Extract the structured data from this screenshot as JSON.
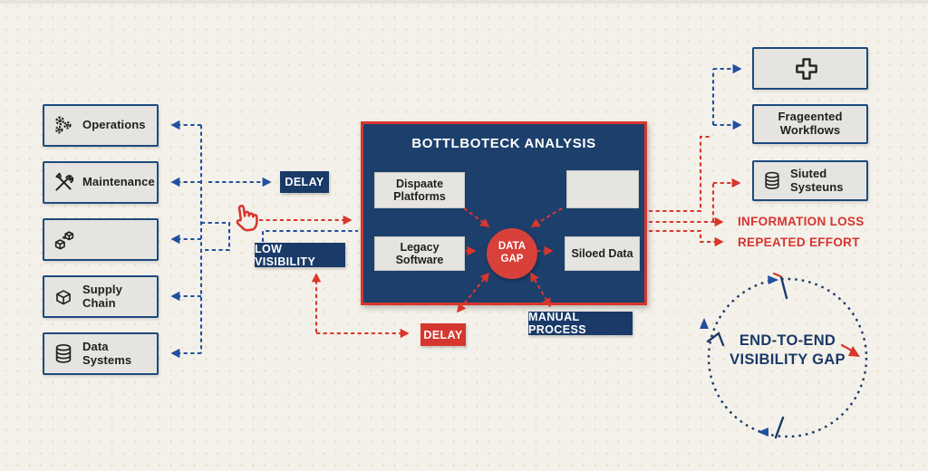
{
  "colors": {
    "bg": "#f4f1ea",
    "navy": "#1b3a68",
    "center_navy": "#1d3f6c",
    "blue_line": "#2150a0",
    "red_line": "#d9362c",
    "box_fill": "#e5e4e0",
    "box_border": "#1d4a7d",
    "badge_navy": "#1a3a68",
    "badge_red": "#d5372f",
    "circle_red": "#d8403a",
    "red_text": "#d6342e"
  },
  "left_panel": {
    "boxes": [
      {
        "id": "operations",
        "icon": "gears-icon",
        "label": "Operations"
      },
      {
        "id": "maintenance",
        "icon": "tools-icon",
        "label": "Maintenance"
      },
      {
        "id": "modules",
        "icon": "modules-icon",
        "label": ""
      },
      {
        "id": "supply-chain",
        "icon": "cube-icon",
        "label": "Supply Chain"
      },
      {
        "id": "data-systems",
        "icon": "database-icon",
        "label": "Data Systems"
      }
    ]
  },
  "badges": {
    "delay_top": "DELAY",
    "low_visibility": "LOW VISIBILITY",
    "delay_bottom": "DELAY",
    "manual_process": "MANUAL PROCESS"
  },
  "center_box": {
    "title": "BOTTLBOTECK ANALYSIS",
    "disparate_platforms": "Dispaate Platforms",
    "empty_box": "",
    "legacy_software": "Legacy Software",
    "data_gap": "DATA GAP",
    "siloed_data": "Siloed Data"
  },
  "right_panel": {
    "boxes": [
      {
        "id": "plus",
        "icon": "plus-icon",
        "label": ""
      },
      {
        "id": "fragmented-workflows",
        "icon": "",
        "label": "Frageented Workflows"
      },
      {
        "id": "siloed-systems",
        "icon": "database-icon",
        "label": "Siuted Systeuns"
      }
    ],
    "information_loss": "INFORMATION LOSS",
    "repeated_effort": "REPEATED EFFORT"
  },
  "cycle": {
    "label": "END-TO-END VISIBILITY GAP"
  }
}
